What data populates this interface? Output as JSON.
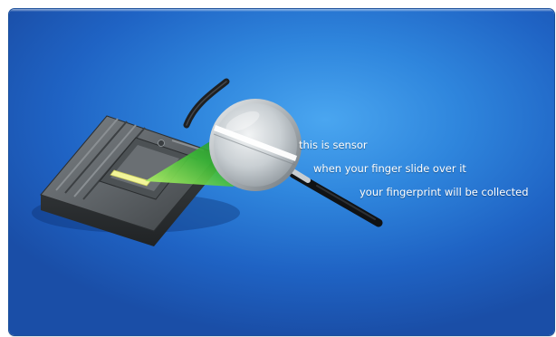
{
  "captions": {
    "line1": "this is sensor",
    "line2": "when your finger slide over it",
    "line3": "your fingerprint will be collected"
  },
  "colors": {
    "background_center": "#4aa6f0",
    "background_edge": "#1a4ea7",
    "text": "#ffffff",
    "sensor_highlight": "#f2f59a",
    "beam": "#3fbf3a"
  },
  "icons": {
    "device": "fingerprint-sensor-icon",
    "magnifier": "magnifying-glass-icon"
  }
}
